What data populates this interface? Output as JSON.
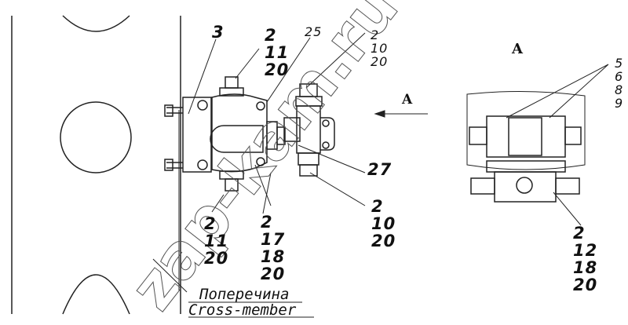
{
  "callouts": {
    "c3": "3",
    "c_2_11_20_top": [
      "2",
      "11",
      "20"
    ],
    "c25": "25",
    "c_2_10_20_top": [
      "2",
      "10",
      "20"
    ],
    "view_arrow": "A",
    "c27": "27",
    "c_2_10_20_bot": [
      "2",
      "10",
      "20"
    ],
    "c_2_11_20_bot": [
      "2",
      "11",
      "20"
    ],
    "c_2_17_18_20": [
      "2",
      "17",
      "18",
      "20"
    ],
    "view_title": "A",
    "c_5_6_8_9": [
      "5",
      "6",
      "8",
      "9"
    ],
    "c_2_12_18_20": [
      "2",
      "12",
      "18",
      "20"
    ]
  },
  "caption": {
    "ru": "Поперечина",
    "en": "Cross-member"
  },
  "watermark": "zap-kam.ru"
}
